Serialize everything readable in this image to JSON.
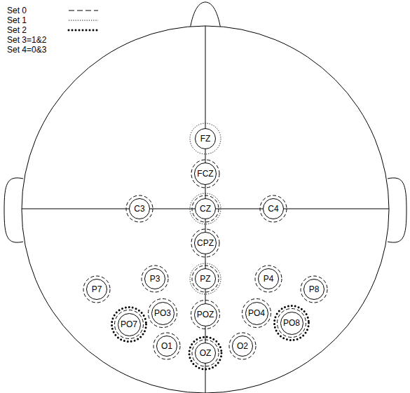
{
  "diagram": {
    "nodes": [
      {
        "text": [
          "FZ"
        ]
      },
      {
        "text": [
          "FCZ"
        ]
      },
      {
        "text": [
          "C3"
        ]
      },
      {
        "text": [
          "CZ"
        ]
      },
      {
        "text": [
          "C4"
        ]
      },
      {
        "text": [
          "CPZ"
        ]
      },
      {
        "text": [
          "P7"
        ]
      },
      {
        "text": [
          "P3"
        ]
      },
      {
        "text": [
          "PZ"
        ]
      },
      {
        "text": [
          "P4"
        ]
      },
      {
        "text": [
          "P8"
        ]
      },
      {
        "text": [
          "PO7"
        ]
      },
      {
        "text": [
          "PO3"
        ]
      },
      {
        "text": [
          "POZ"
        ]
      },
      {
        "text": [
          "PO4"
        ]
      },
      {
        "text": [
          "PO8"
        ]
      },
      {
        "text": [
          "O1"
        ]
      },
      {
        "text": [
          "OZ"
        ]
      },
      {
        "text": [
          "O2"
        ]
      }
    ],
    "legend": [
      {
        "text": "Set 0"
      },
      {
        "text": "Set 1"
      },
      {
        "text": "Set 2"
      },
      {
        "text": "Set 3=1&2"
      },
      {
        "text": "Set 4=0&3"
      }
    ]
  }
}
